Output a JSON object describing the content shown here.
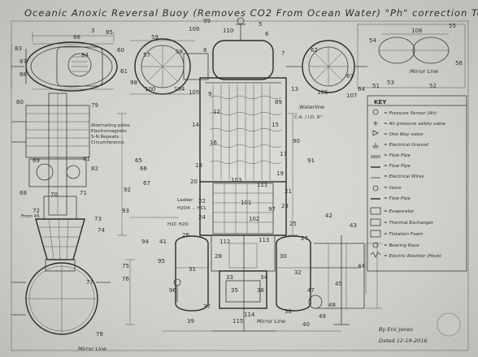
{
  "title": "Oceanic Anoxic Reversal Buoy (Removes CO2 From Ocean Water) \"Ph\" correction Tool",
  "key": {
    "heading": "KEY",
    "items": [
      "= Pressure Sensor (Air)",
      "= Air pressure safety valve",
      "= One Way valve",
      "= Electrical Ground",
      "= Flow Pipe",
      "= Flow Pipe",
      "= Electrical Wires",
      "= Valve",
      "= Flow Pipe",
      "= Evaporator",
      "= Thermal Exchanger",
      "= Flotation Foam",
      "= Bearing Race",
      "= Electric Resistor (Heat)"
    ]
  },
  "annotations": {
    "mirror_line_top": "Mirror Line",
    "mirror_line_bottom_left": "Mirror Line",
    "mirror_line_bottom_center": "Mirror Line",
    "alternating": "Alternating poles",
    "alternating2": "Electromagnets",
    "alternating3": "S-N Repeats",
    "alternating4": "Circumference",
    "waterline": "Waterline",
    "hcl": "H2O4 ... HCL",
    "h2c": "H2C H2O",
    "ladder": "Ladder",
    "keys_dim_ca": "C.A. / I.D. 8\"",
    "from45": "From 45",
    "signature_line1": "By Eric Jones",
    "signature_line2": "Dated 12-19-2016"
  },
  "callouts": [
    "3",
    "83",
    "86",
    "87",
    "88",
    "84",
    "85",
    "80",
    "79",
    "81",
    "82",
    "69",
    "68",
    "70",
    "71",
    "72",
    "73",
    "74",
    "75",
    "76",
    "77",
    "78",
    "98",
    "99",
    "100",
    "104",
    "105",
    "106",
    "107",
    "108",
    "109",
    "110",
    "5",
    "6",
    "7",
    "8",
    "9",
    "12",
    "13",
    "14",
    "15",
    "16",
    "17",
    "18",
    "19",
    "20",
    "21",
    "22",
    "23",
    "24",
    "25",
    "26",
    "27",
    "28",
    "30",
    "31",
    "32",
    "33",
    "34",
    "35",
    "36",
    "37",
    "38",
    "39",
    "40",
    "41",
    "42",
    "43",
    "44",
    "45",
    "47",
    "48",
    "49",
    "51",
    "52",
    "53",
    "54",
    "55",
    "56",
    "57",
    "58",
    "59",
    "60",
    "61",
    "62",
    "63",
    "64",
    "65",
    "66",
    "67",
    "89",
    "90",
    "91",
    "92",
    "93",
    "94",
    "95",
    "96",
    "97",
    "101",
    "102",
    "103",
    "111",
    "112",
    "113",
    "114",
    "115"
  ]
}
